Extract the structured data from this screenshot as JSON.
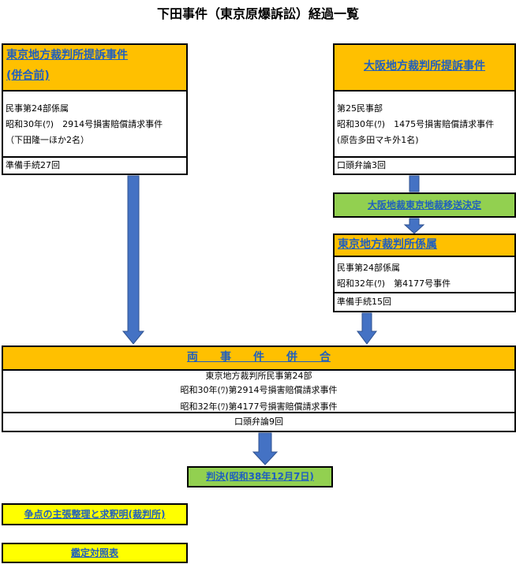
{
  "title": "下田事件（東京原爆訴訟）経過一覧",
  "tokyo_case": {
    "header_line1": "東京地方裁判所提訴事件",
    "header_line2": "(併合前)",
    "line1": "民事第24部係属",
    "line2": "昭和30年(ﾜ)　2914号損害賠償請求事件",
    "line3": "（下田隆一ほか2名）",
    "footer": "準備手続27回"
  },
  "osaka_case": {
    "header": "大阪地方裁判所提訴事件",
    "line1": "第25民事部",
    "line2": "昭和30年(ﾜ)　1475号損害賠償請求事件",
    "line3": "(原告多田マキ外1名)",
    "footer": "口頭弁論3回"
  },
  "transfer": {
    "label": "大阪地裁東京地裁移送決定"
  },
  "tokyo_assigned": {
    "header": "東京地方裁判所係属",
    "line1": "民事第24部係属",
    "line2": "昭和32年(ﾜ)　第4177号事件",
    "footer": "準備手続15回"
  },
  "merged": {
    "header": "両　　事　　件　　併　　合",
    "line1": "東京地方裁判所民事第24部",
    "line2": "昭和30年(ﾜ)第2914号損害賠償請求事件",
    "line3": "昭和32年(ﾜ)第4177号損害賠償請求事件",
    "footer": "口頭弁論9回"
  },
  "judgment": {
    "label": "判決(昭和38年12月7日)"
  },
  "links": {
    "issues": "争点の主張整理と求釈明(裁判所)",
    "expert": "鑑定対照表"
  },
  "colors": {
    "header_fill": "#ffc000",
    "green_fill": "#92d050",
    "yellow_fill": "#ffff00",
    "arrow_blue": "#4472c4",
    "link_blue": "#1f5fbf"
  }
}
